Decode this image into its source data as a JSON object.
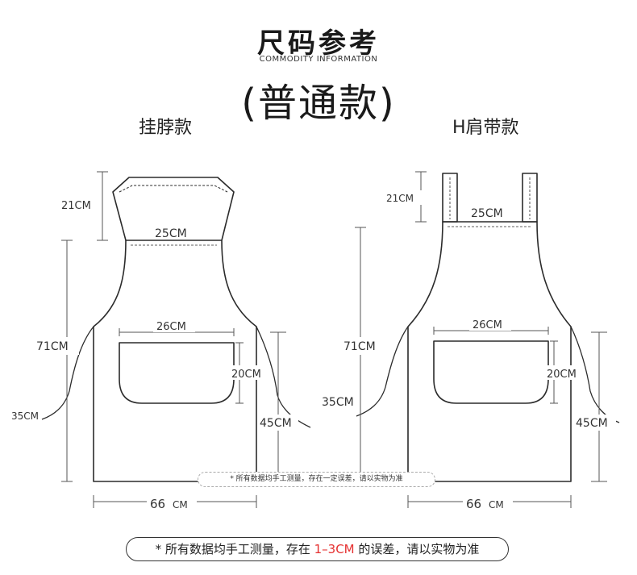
{
  "header": {
    "title": "尺码参考",
    "subtitle": "COMMODITY INFORMATION",
    "variant": "(普通款)"
  },
  "styles": {
    "left_label": "挂脖款",
    "right_label": "H肩带款"
  },
  "left_dims": {
    "strap": "21CM",
    "top": "25CM",
    "length": "71CM",
    "tie": "35CM",
    "pocket_width": "26CM",
    "pocket_height": "20CM",
    "waist_tie": "45CM",
    "width": "66",
    "width_unit": "CM"
  },
  "right_dims": {
    "strap": "21CM",
    "top": "25CM",
    "length": "71CM",
    "tie": "35CM",
    "pocket_width": "26CM",
    "pocket_height": "20CM",
    "waist_tie": "45CM",
    "width": "66",
    "width_unit": "CM"
  },
  "note": "* 所有数据均手工测量，存在一定误差，请以实物为准",
  "footer": {
    "prefix": "* 所有数据均手工测量，存在 ",
    "highlight": "1–3CM",
    "suffix": " 的误差，请以实物为准"
  },
  "colors": {
    "outline": "#2b2b2b",
    "dimension": "#555555",
    "highlight": "#e53030"
  }
}
